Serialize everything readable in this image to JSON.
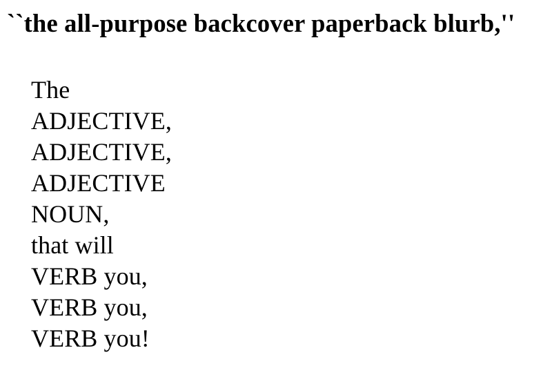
{
  "page": {
    "background_color": "#ffffff",
    "text_color": "#000000"
  },
  "heading": {
    "text": "``the all-purpose backcover paperback blurb,''"
  },
  "blurb": {
    "lines": [
      {
        "text": "The"
      },
      {
        "text": "ADJECTIVE,"
      },
      {
        "text": "ADJECTIVE,"
      },
      {
        "text": "ADJECTIVE"
      },
      {
        "text": "NOUN,"
      },
      {
        "text": "that will"
      },
      {
        "text": "VERB you,"
      },
      {
        "text": "VERB you,"
      },
      {
        "text": "VERB you!"
      }
    ]
  }
}
